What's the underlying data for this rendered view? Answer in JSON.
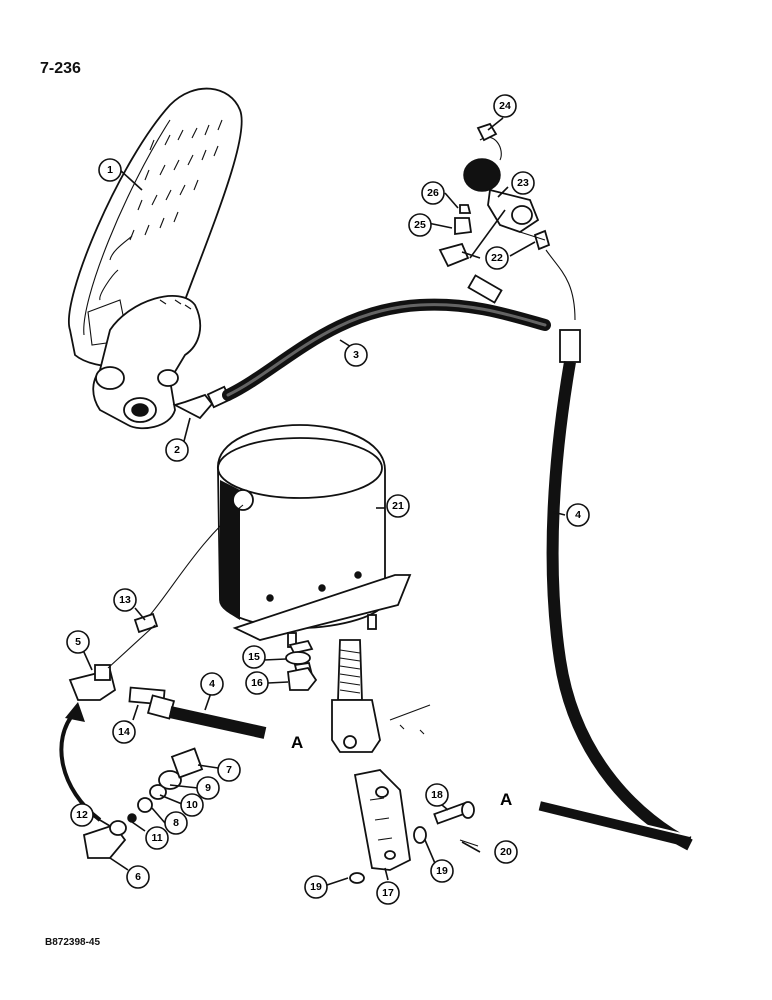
{
  "page_number": "7-236",
  "drawing_code": "B872398-45",
  "callouts": [
    "1",
    "2",
    "3",
    "4",
    "4",
    "5",
    "6",
    "7",
    "8",
    "9",
    "10",
    "11",
    "12",
    "13",
    "14",
    "15",
    "16",
    "17",
    "17",
    "18",
    "19",
    "19",
    "20",
    "21",
    "22",
    "23",
    "24",
    "25",
    "26"
  ],
  "letters": [
    "A",
    "A"
  ]
}
